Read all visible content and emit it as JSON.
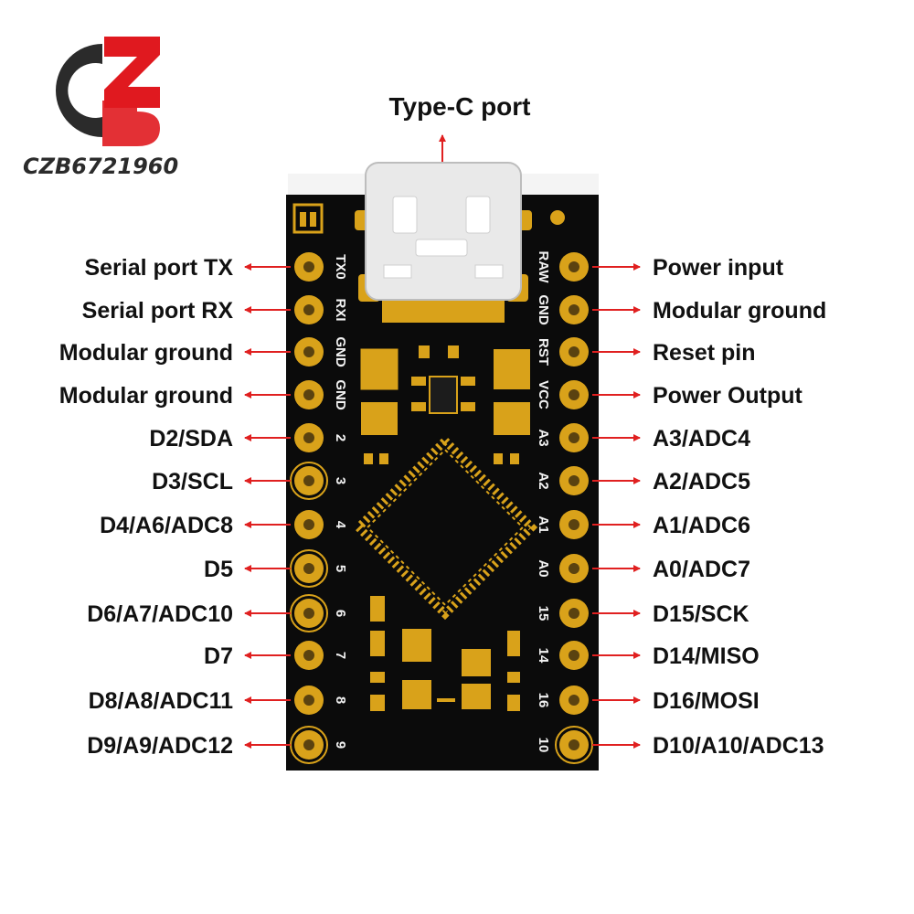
{
  "logo": {
    "text": "CZB6721960"
  },
  "title": "Type-C port",
  "left_pins": [
    {
      "silk": "TX0",
      "label": "Serial port TX"
    },
    {
      "silk": "RXI",
      "label": "Serial port RX"
    },
    {
      "silk": "GND",
      "label": "Modular ground"
    },
    {
      "silk": "GND",
      "label": "Modular ground"
    },
    {
      "silk": "2",
      "label": "D2/SDA"
    },
    {
      "silk": "3",
      "label": "D3/SCL"
    },
    {
      "silk": "4",
      "label": "D4/A6/ADC8"
    },
    {
      "silk": "5",
      "label": "D5"
    },
    {
      "silk": "6",
      "label": "D6/A7/ADC10"
    },
    {
      "silk": "7",
      "label": "D7"
    },
    {
      "silk": "8",
      "label": "D8/A8/ADC11"
    },
    {
      "silk": "9",
      "label": "D9/A9/ADC12"
    }
  ],
  "right_pins": [
    {
      "silk": "RAW",
      "label": "Power input"
    },
    {
      "silk": "GND",
      "label": "Modular ground"
    },
    {
      "silk": "RST",
      "label": "Reset pin"
    },
    {
      "silk": "VCC",
      "label": "Power Output"
    },
    {
      "silk": "A3",
      "label": "A3/ADC4"
    },
    {
      "silk": "A2",
      "label": "A2/ADC5"
    },
    {
      "silk": "A1",
      "label": "A1/ADC6"
    },
    {
      "silk": "A0",
      "label": "A0/ADC7"
    },
    {
      "silk": "15",
      "label": "D15/SCK"
    },
    {
      "silk": "14",
      "label": "D14/MISO"
    },
    {
      "silk": "16",
      "label": "D16/MOSI"
    },
    {
      "silk": "10",
      "label": "D10/A10/ADC13"
    }
  ],
  "colors": {
    "board": "#0b0b0b",
    "gold": "#d9a21a",
    "arrow": "#e02020",
    "logo_red": "#e0191f",
    "logo_dark": "#2b2b2b",
    "connector": "#e9e9e9"
  }
}
